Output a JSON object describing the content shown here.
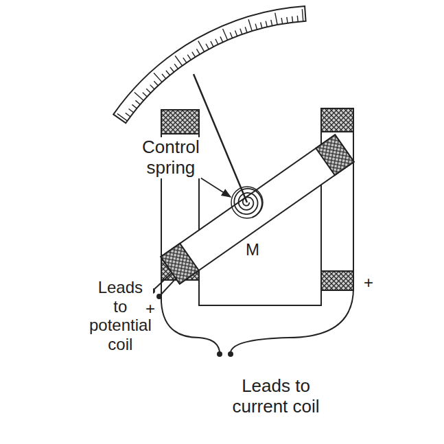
{
  "diagram": {
    "labels": [
      "Control spring",
      "M",
      "Leads to potential coil",
      "+",
      "+",
      "Leads to current coil"
    ]
  }
}
